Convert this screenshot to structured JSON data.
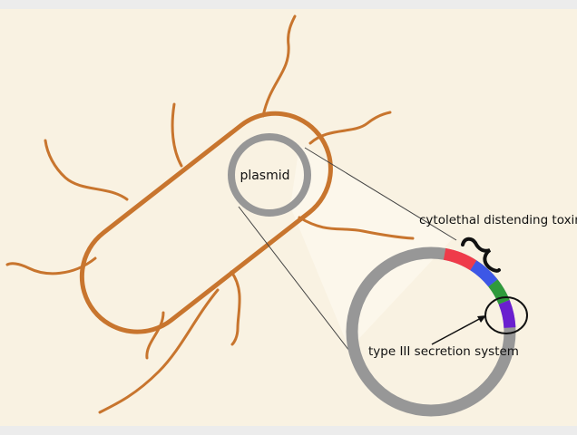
{
  "labels": {
    "plasmid": "plasmid",
    "toxin": "cytolethal distending toxin",
    "secretion": "type III secretion system"
  },
  "colors": {
    "background": "#f9f2e2",
    "frame": "#ececec",
    "bacterium": "#c8752e",
    "plasmid_ring": "#979797",
    "gene_red": "#ef3b4a",
    "gene_blue": "#3d57e6",
    "gene_green": "#2f9a3b",
    "gene_purple": "#6a1fcf",
    "bracket": "#111111"
  },
  "icons": {
    "bacterium": "rod-bacterium-icon",
    "plasmid": "plasmid-ring-icon",
    "bracket": "curly-brace-icon",
    "arrow": "arrow-icon"
  }
}
